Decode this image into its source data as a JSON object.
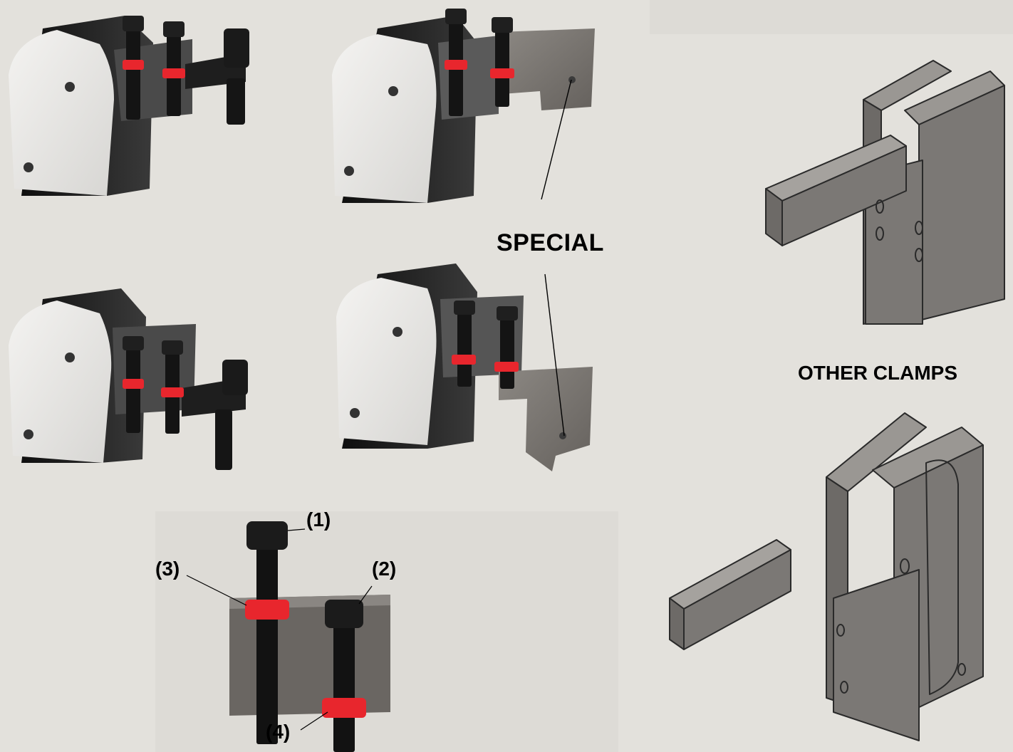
{
  "labels": {
    "special": "SPECIAL",
    "other_clamps": "OTHER CLAMPS",
    "callout_1": "(1)",
    "callout_2": "(2)",
    "callout_3": "(3)",
    "callout_4": "(4)"
  },
  "colors": {
    "background": "#e3e1dc",
    "panel": "#dddbd6",
    "clamp_body": "#1c1c1c",
    "clamp_plate": "#ebeae7",
    "arm_grey": "#7b7773",
    "red_ring": "#e8262d",
    "sketch_grey": "#7b7875",
    "sketch_light": "#9a9793"
  }
}
